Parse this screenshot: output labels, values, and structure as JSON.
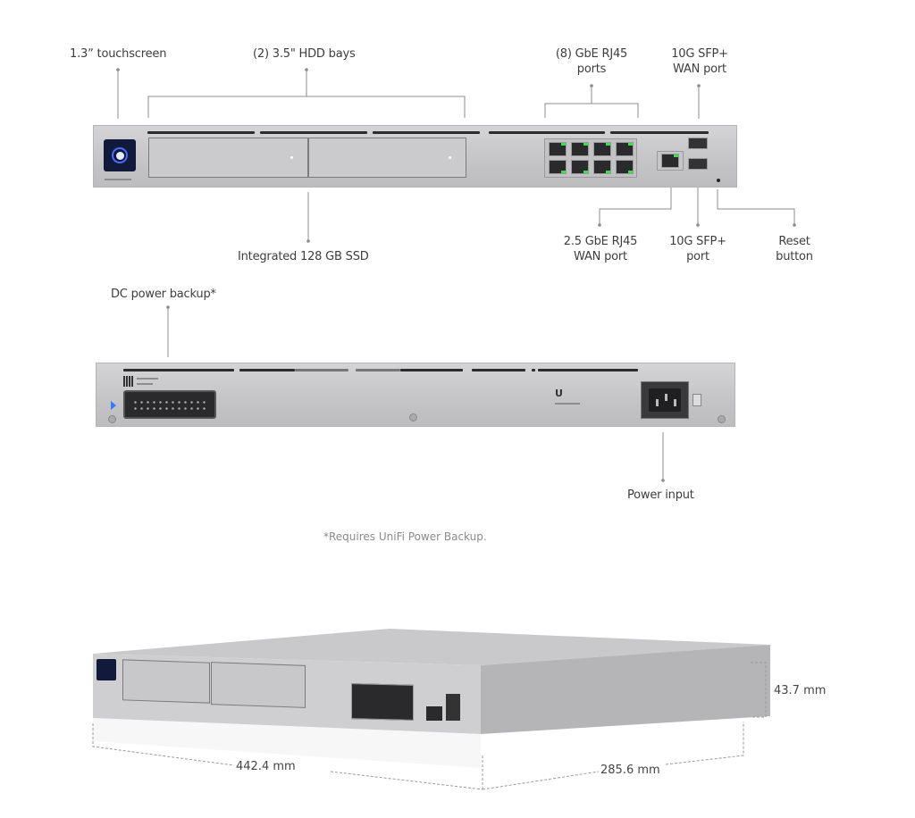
{
  "front_panel": {
    "callouts": {
      "touchscreen": "1.3ˮ touchscreen",
      "hdd_bays": "(2) 3.5\" HDD bays",
      "gbe_ports_line1": "(8) GbE RJ45",
      "gbe_ports_line2": "ports",
      "sfp_wan_line1": "10G SFP+",
      "sfp_wan_line2": "WAN port",
      "ssd": "Integrated 128 GB SSD",
      "rj45_wan_line1": "2.5 GbE RJ45",
      "rj45_wan_line2": "WAN port",
      "sfp_port_line1": "10G SFP+",
      "sfp_port_line2": "port",
      "reset_line1": "Reset",
      "reset_line2": "button"
    }
  },
  "rear_panel": {
    "callouts": {
      "dc_power": "DC power backup*",
      "power_input": "Power input"
    },
    "footnote": "*Requires UniFi Power Backup."
  },
  "dimensions": {
    "width": "442.4 mm",
    "depth": "285.6 mm",
    "height": "43.7 mm"
  },
  "colors": {
    "chassis": "#c8c8ca",
    "port_led": "#39e24a",
    "screen": "#111a3a",
    "leader_line": "#8a8a8a"
  }
}
